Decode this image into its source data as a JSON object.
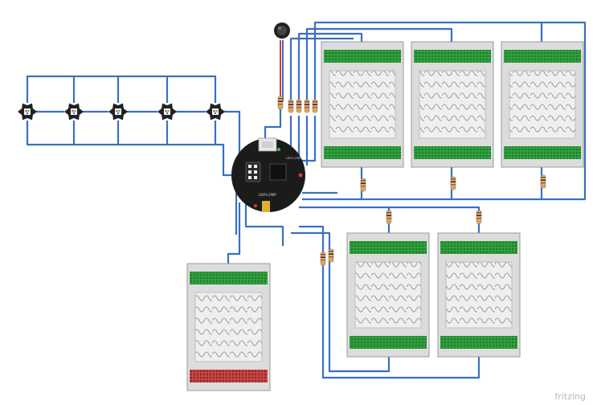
{
  "app": {
    "watermark": "fritzing"
  },
  "colors": {
    "wire": "#3a6fc4",
    "wire_red": "#d33b3b",
    "board_bg": "#dcdcdc",
    "board_edge": "#9a9a9a",
    "pad_pattern_bg": "#eeeeee",
    "header_green": "#2f9e3e",
    "header_red": "#b23a3a",
    "controller": "#1b1b1b",
    "led_body": "#222222",
    "resistor": "#d9b37a"
  },
  "controller": {
    "label": "LRCP+JPDP",
    "side_label": "LRCP+JPDP"
  },
  "components": {
    "leds": [
      "led-1",
      "led-2",
      "led-3",
      "led-4",
      "led-5"
    ],
    "touch_boards_top": [
      "touch-board-1",
      "touch-board-2",
      "touch-board-3"
    ],
    "touch_boards_bottom": [
      "touch-board-4",
      "touch-board-5"
    ],
    "touch_board_left": "touch-board-6",
    "motor": "vibration-motor"
  }
}
